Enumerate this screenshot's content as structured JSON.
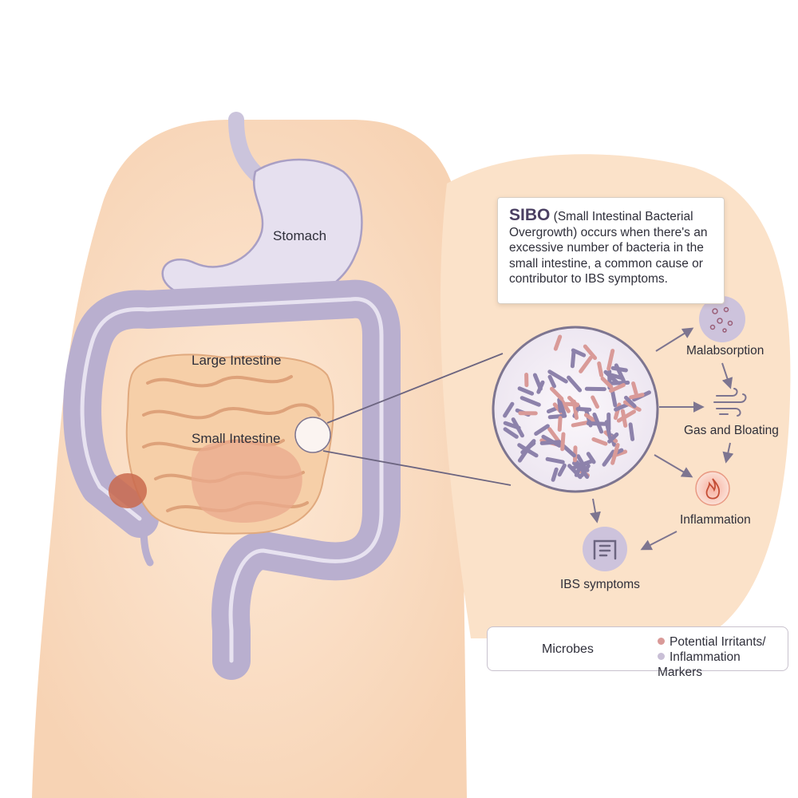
{
  "labels": {
    "stomach": "Stomach",
    "large_intestine": "Large Intestine",
    "small_intestine": "Small Intestine"
  },
  "info": {
    "title": "SIBO",
    "body_line1": "(Small Intestinal Bacterial",
    "body_line2": "Overgrowth) occurs when there's an",
    "body_line3": "excessive number of bacteria in the",
    "body_line4": "small intestine, a common cause or",
    "body_line5": "contributor to IBS symptoms."
  },
  "flow": {
    "malabsorption": "Malabsorption",
    "gas_bloating": "Gas and Bloating",
    "inflammation": "Inflammation",
    "ibs_symptoms": "IBS symptoms"
  },
  "legend": {
    "microbes": "Microbes",
    "irritants_line1": "Potential Irritants/",
    "irritants_line2": "Inflammation Markers"
  },
  "colors": {
    "skin": "#fbe3cc",
    "purple_colon": "#b9afcf",
    "small_intestine": "#f6cfa8",
    "microbe_purple": "#8d82ab",
    "microbe_pink": "#d99a98",
    "arrow": "#7d7590"
  },
  "icons": {
    "malabsorption": "particles-icon",
    "gas_bloating": "wind-icon",
    "inflammation": "flame-icon",
    "ibs_symptoms": "intestine-icon"
  }
}
